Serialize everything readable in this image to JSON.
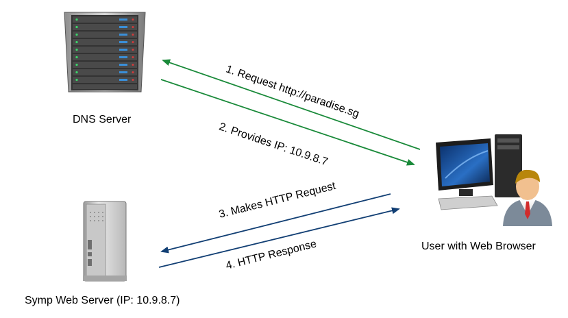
{
  "nodes": {
    "dns_server": {
      "label": "DNS Server"
    },
    "web_server": {
      "label": "Symp Web Server (IP: 10.9.8.7)"
    },
    "user": {
      "label": "User with Web Browser"
    }
  },
  "flows": [
    {
      "label": "1. Request http://paradise.sg",
      "color": "#1a8a3a"
    },
    {
      "label": "2. Provides IP: 10.9.8.7",
      "color": "#1a8a3a"
    },
    {
      "label": "3. Makes HTTP Request",
      "color": "#123f74"
    },
    {
      "label": "4. HTTP Response",
      "color": "#123f74"
    }
  ]
}
